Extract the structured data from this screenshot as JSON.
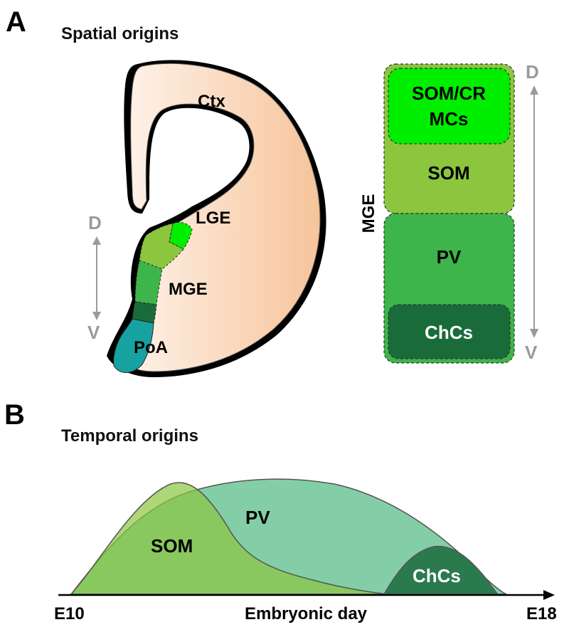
{
  "panel_a": {
    "letter": "A",
    "title": "Spatial origins",
    "brain_labels": {
      "ctx": "Ctx",
      "lge": "LGE",
      "mge": "MGE",
      "poa": "PoA"
    },
    "axis": {
      "dorsal": "D",
      "ventral": "V"
    },
    "mge_block": {
      "side_label": "MGE",
      "zones": [
        {
          "line1": "SOM/CR",
          "line2": "MCs",
          "color": "#00ee00"
        },
        {
          "line1": "SOM",
          "line2": "",
          "color": "#8cc63f"
        },
        {
          "line1": "PV",
          "line2": "",
          "color": "#3db54a"
        },
        {
          "line1": "ChCs",
          "line2": "",
          "color": "#1a6b3a"
        }
      ]
    }
  },
  "panel_b": {
    "letter": "B",
    "title": "Temporal origins",
    "curves": [
      {
        "label": "SOM",
        "color": "#8cc63f"
      },
      {
        "label": "PV",
        "color": "#5bbd8a"
      },
      {
        "label": "ChCs",
        "color": "#2a7a4e"
      }
    ],
    "axis": {
      "start": "E10",
      "end": "E18",
      "label": "Embryonic day"
    }
  },
  "colors": {
    "tissue_light": "#fff3ea",
    "tissue_dark": "#f5c8a0",
    "poa": "#17a2a2",
    "axis_gray": "#9a9a9a"
  }
}
